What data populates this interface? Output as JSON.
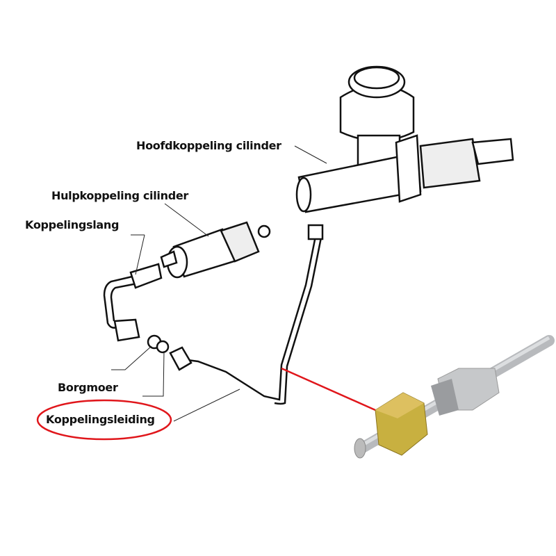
{
  "labels": {
    "master_cylinder": "Hoofdkoppeling cilinder",
    "slave_cylinder": "Hulpkoppeling cilinder",
    "clutch_hose": "Koppelingslang",
    "lock_nut": "Borgmoer",
    "clutch_line": "Koppelingsleiding"
  },
  "colors": {
    "highlight": "#e0161b",
    "nut": "#c8b040",
    "pipe": "#c8cacc"
  }
}
